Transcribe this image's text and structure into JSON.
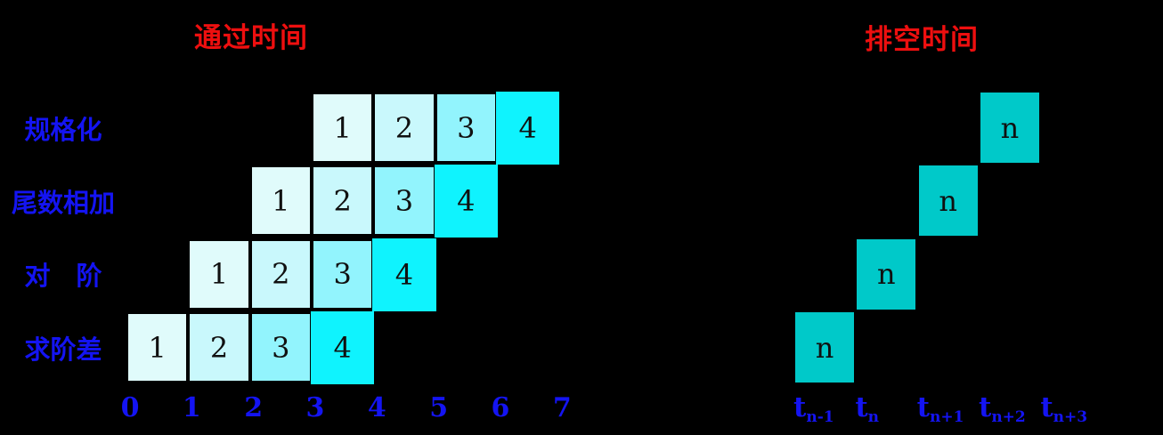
{
  "colors": {
    "background": "#000000",
    "title_red": "#ee0f0f",
    "label_blue": "#1414f2",
    "cell_border": "#000000",
    "cell_text": "#101010",
    "stage_fill_levels": [
      "#e0fbfb",
      "#c9f8fc",
      "#92f4fd",
      "#0ff3fe"
    ],
    "drain_fill": "#00c9c9"
  },
  "left_chart": {
    "title": "通过时间",
    "stages": [
      {
        "label": "规格化",
        "start_col": 3,
        "values": [
          "1",
          "2",
          "3",
          "4"
        ]
      },
      {
        "label": "尾数相加",
        "start_col": 2,
        "values": [
          "1",
          "2",
          "3",
          "4"
        ]
      },
      {
        "label": "对　阶",
        "start_col": 1,
        "values": [
          "1",
          "2",
          "3",
          "4"
        ]
      },
      {
        "label": "求阶差",
        "start_col": 0,
        "values": [
          "1",
          "2",
          "3",
          "4"
        ]
      }
    ],
    "x_ticks": [
      "0",
      "1",
      "2",
      "3",
      "4",
      "5",
      "6",
      "7"
    ]
  },
  "right_chart": {
    "title": "排空时间",
    "cells": [
      {
        "row": 0,
        "col": 3,
        "value": "n"
      },
      {
        "row": 1,
        "col": 2,
        "value": "n"
      },
      {
        "row": 2,
        "col": 1,
        "value": "n"
      },
      {
        "row": 3,
        "col": 0,
        "value": "n"
      }
    ],
    "x_ticks": [
      {
        "base": "t",
        "sub": "n-1"
      },
      {
        "base": "t",
        "sub": "n"
      },
      {
        "base": "t",
        "sub": "n+1"
      },
      {
        "base": "t",
        "sub": "n+2"
      },
      {
        "base": "t",
        "sub": "n+3"
      }
    ]
  }
}
